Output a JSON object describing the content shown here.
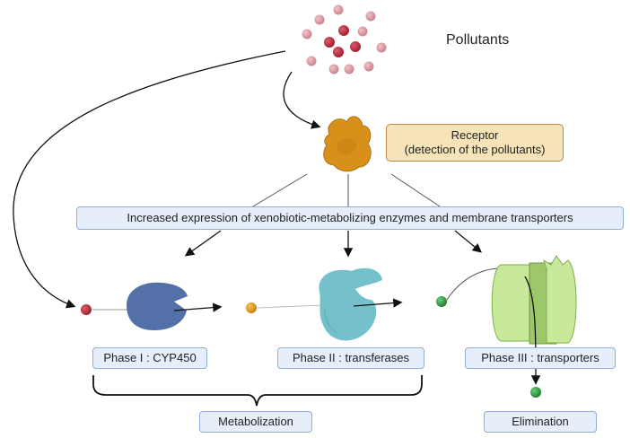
{
  "pollutants_label": "Pollutants",
  "receptor": {
    "line1": "Receptor",
    "line2": "(detection of the pollutants)"
  },
  "expression_text": "Increased expression of xenobiotic-metabolizing enzymes and membrane transporters",
  "phases": {
    "phase1": "Phase I : CYP450",
    "phase2": "Phase II : transferases",
    "phase3": "Phase III : transporters"
  },
  "metabolization": "Metabolization",
  "elimination": "Elimination",
  "colors": {
    "pollutant_dark": "#b3263a",
    "pollutant_light": "#d99aa3",
    "receptor": "#d9921c",
    "cyp450": "#5470a8",
    "transferase": "#7cc6cf",
    "transporter": "#bfe391",
    "metabolite_orange": "#e09a1a",
    "metabolite_green": "#2f9a46",
    "box_fill": "#e6eef9",
    "box_border": "#93add6"
  }
}
